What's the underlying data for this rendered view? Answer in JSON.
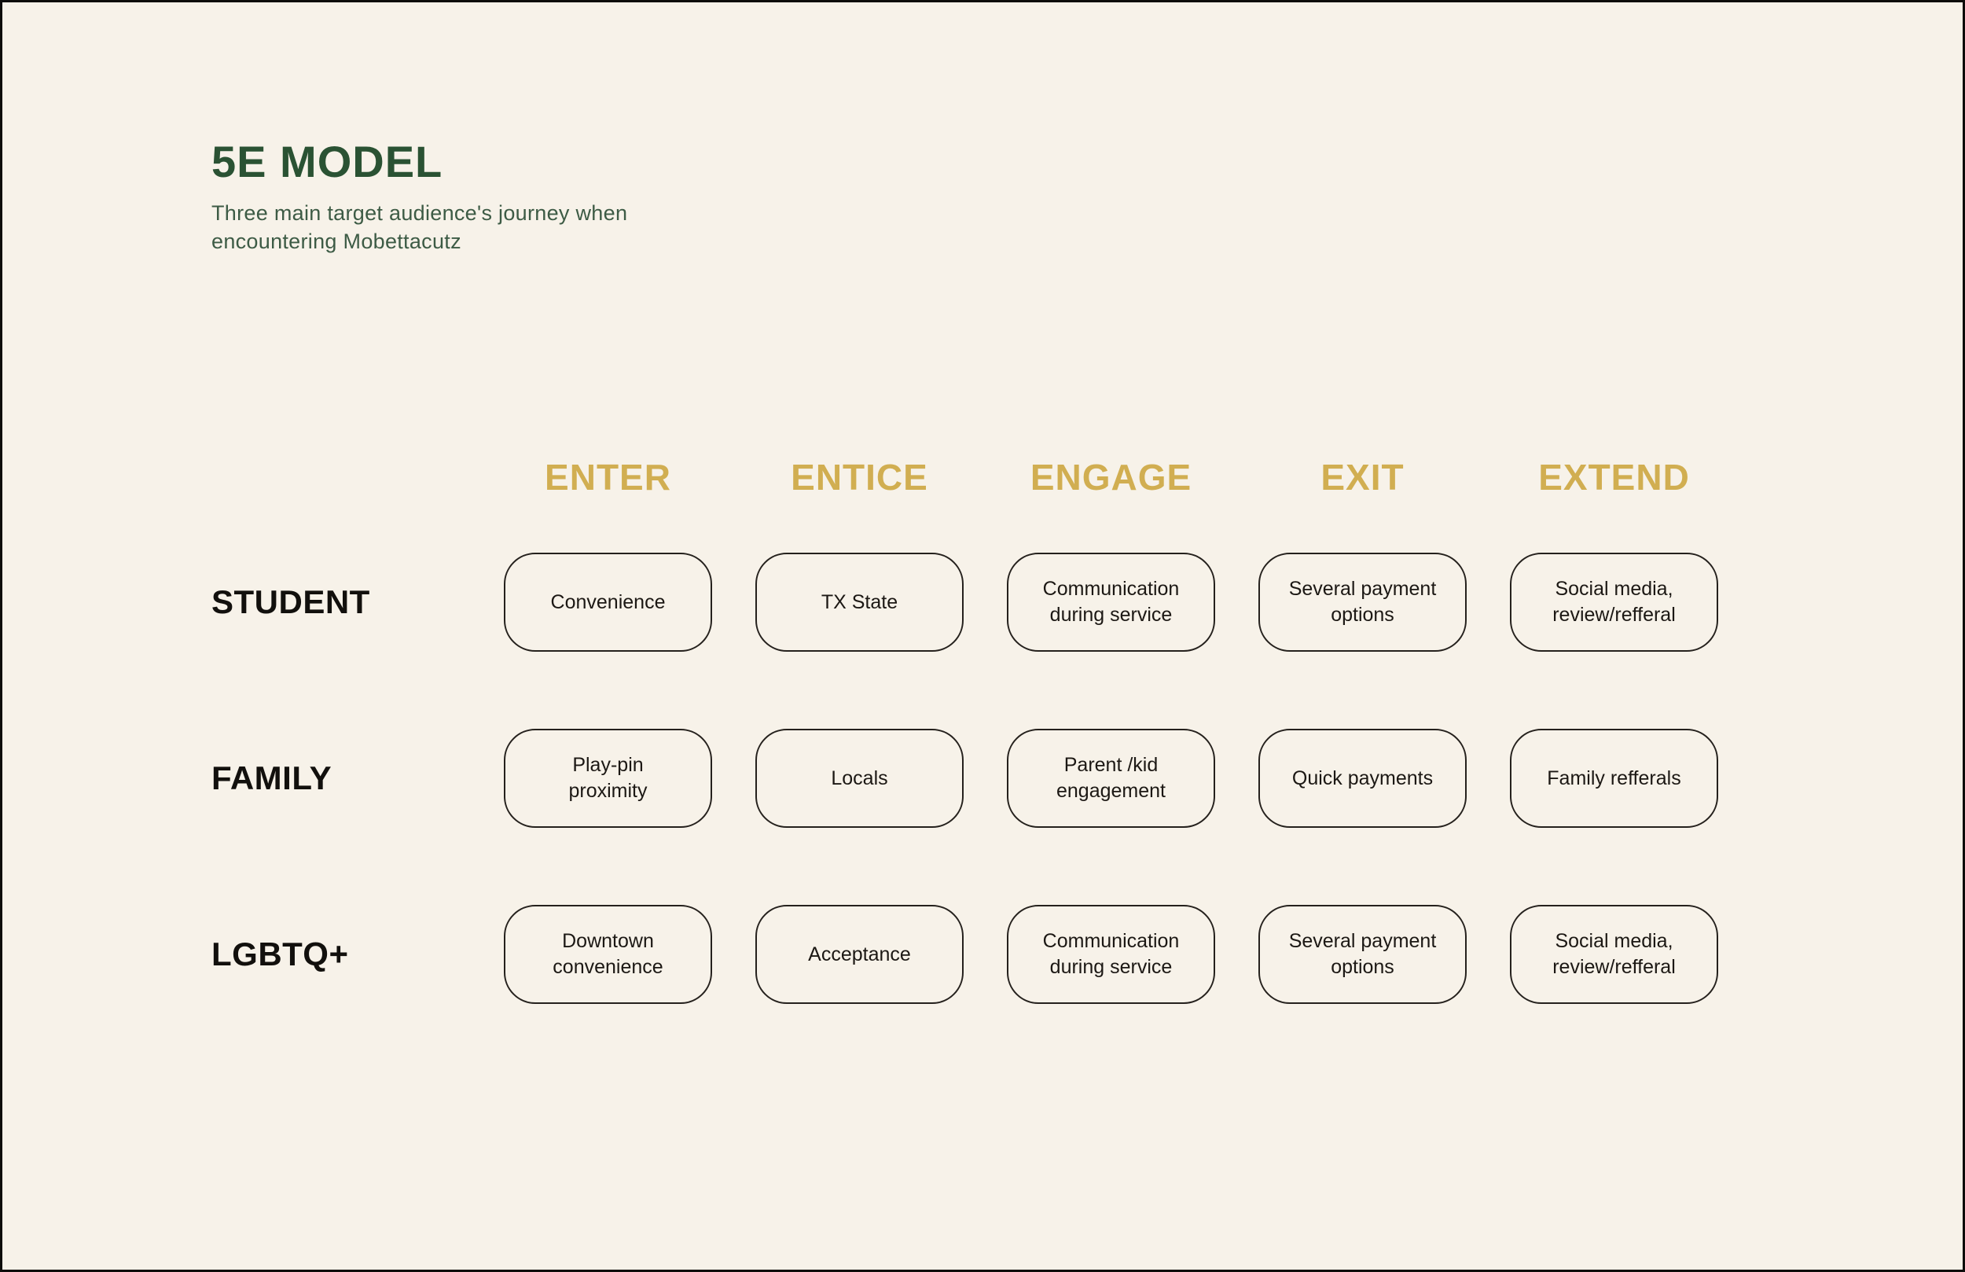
{
  "header": {
    "title": "5E MODEL",
    "subtitle": "Three main target audience's journey when encountering Mobettacutz"
  },
  "matrix": {
    "columns": [
      "ENTER",
      "ENTICE",
      "ENGAGE",
      "EXIT",
      "EXTEND"
    ],
    "rows": [
      {
        "label": "STUDENT",
        "cells": [
          "Convenience",
          "TX State",
          "Communication during service",
          "Several payment options",
          "Social media, review/refferal"
        ]
      },
      {
        "label": "FAMILY",
        "cells": [
          "Play-pin proximity",
          "Locals",
          "Parent /kid engagement",
          "Quick payments",
          "Family refferals"
        ]
      },
      {
        "label": "LGBTQ+",
        "cells": [
          "Downtown convenience",
          "Acceptance",
          "Communication during service",
          "Several payment options",
          "Social media, review/refferal"
        ]
      }
    ]
  },
  "palette": {
    "background": "#F7F2E9",
    "frame": "#0e0d0b",
    "title_green": "#2A5233",
    "subtitle_green": "#3D5B45",
    "header_gold": "#D1AE51",
    "label_black": "#12100d",
    "box_border": "#25211d",
    "box_text": "#1c1814"
  }
}
